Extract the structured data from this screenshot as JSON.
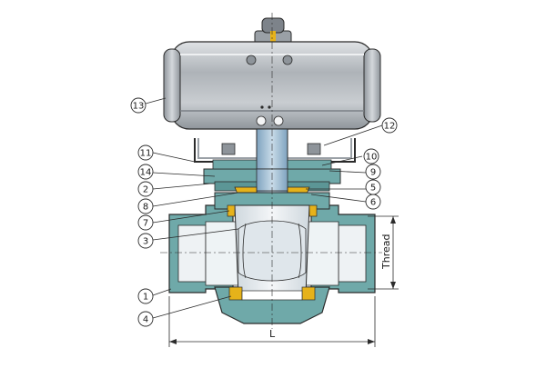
{
  "diagram": {
    "callouts": {
      "c1": "1",
      "c2": "2",
      "c3": "3",
      "c4": "4",
      "c5": "5",
      "c6": "6",
      "c7": "7",
      "c8": "8",
      "c9": "9",
      "c10": "10",
      "c11": "11",
      "c12": "12",
      "c13": "13",
      "c14": "14"
    },
    "dimensions": {
      "thread_label": "Thread",
      "length_label": "L"
    },
    "colors": {
      "actuator": "#b8bdc2",
      "body": "#6fa9a9",
      "stem": "#a9c3d6",
      "seal": "#e6b21a",
      "line": "#2b2b2b"
    }
  }
}
